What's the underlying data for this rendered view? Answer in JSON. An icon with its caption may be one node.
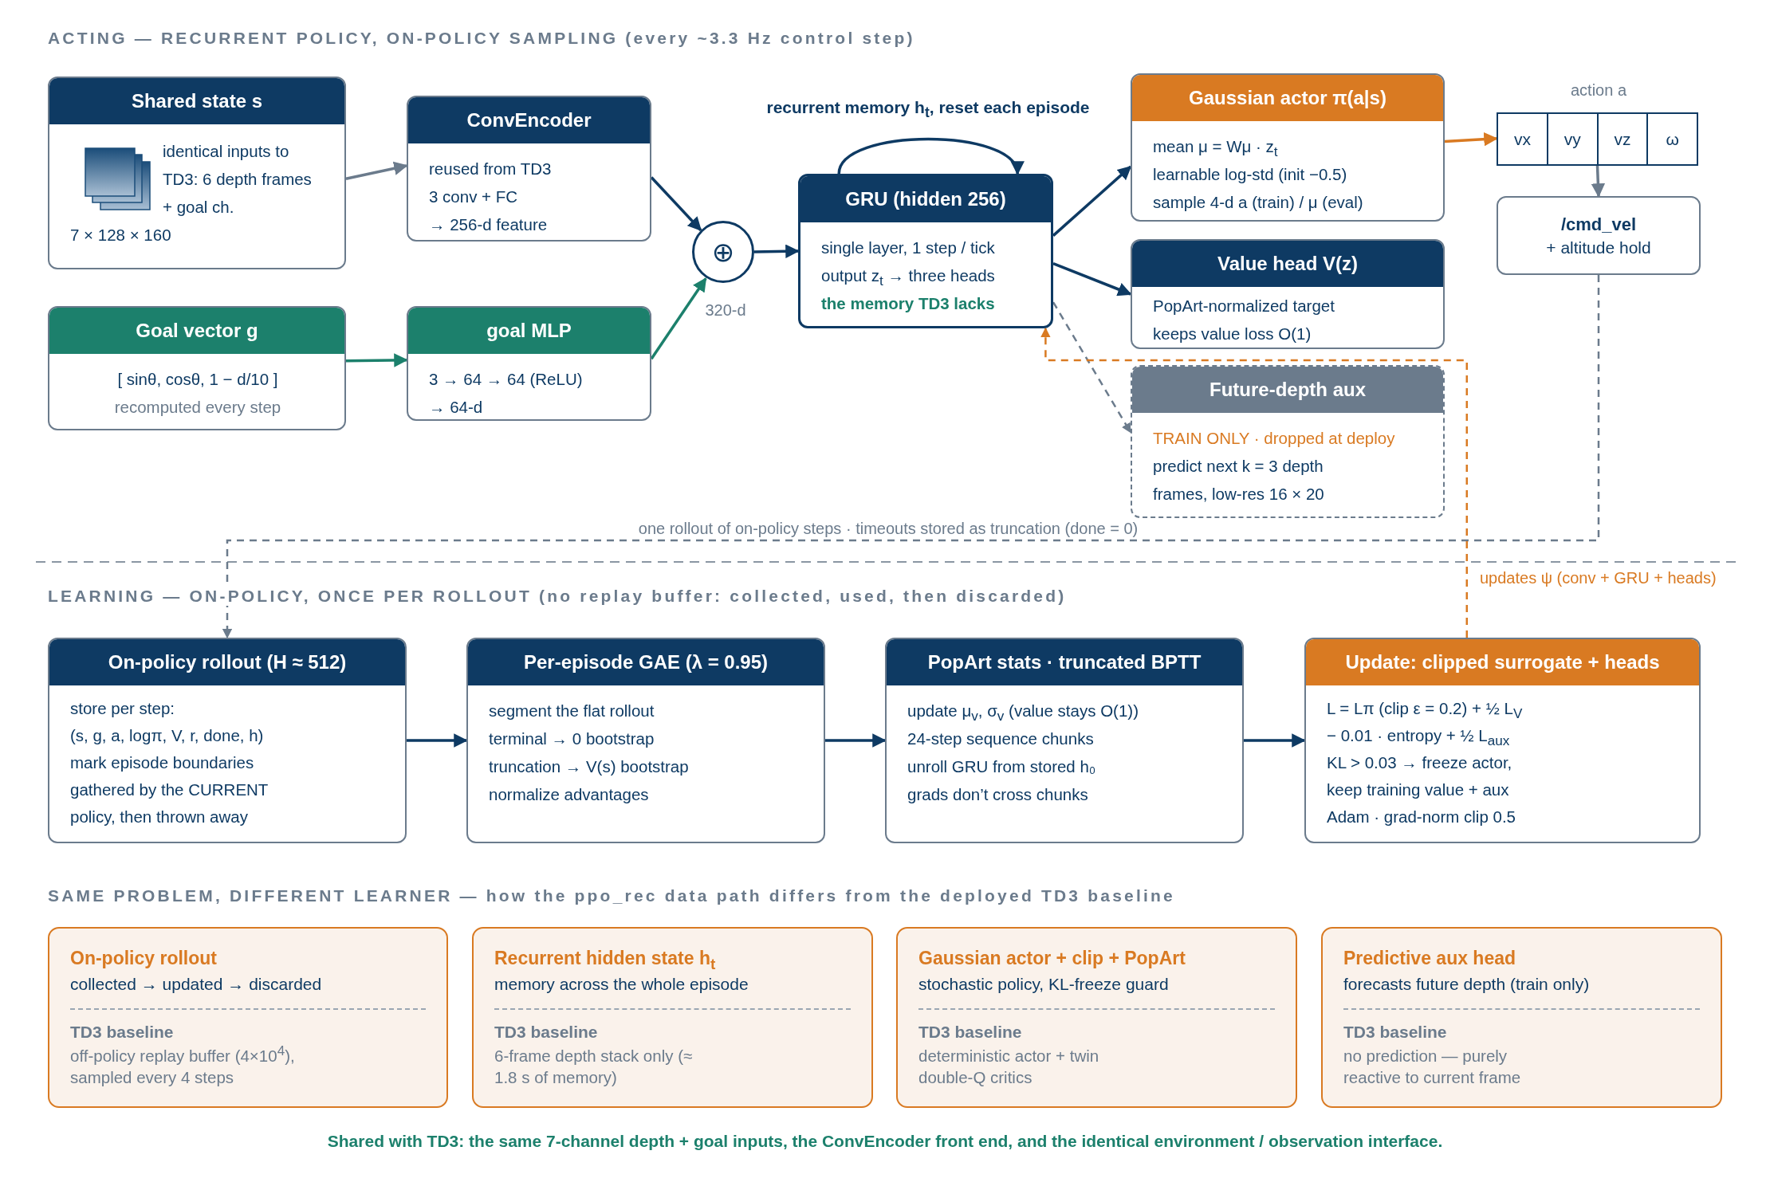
{
  "diagram": {
    "caption": "Shared with TD3: the same 7-channel depth + goal inputs, the ConvEncoder front end, and the identical environment / observation interface.",
    "nodes": [
      {
        "text": [
          "Shared state s",
          "identical inputs to TD3: 6 depth frames + goal ch.",
          "7 × 128 × 160"
        ]
      },
      {
        "text": [
          "ConvEncoder",
          "reused from TD3",
          "3 conv + FC",
          "→ 256-d feature"
        ]
      },
      {
        "text": [
          "Goal vector g",
          "[ sinθ, cosθ, 1 − d/10 ]",
          "recomputed every step"
        ]
      },
      {
        "text": [
          "goal MLP",
          "3 → 64 → 64 (ReLU)",
          "→ 64-d"
        ]
      },
      {
        "text": [
          "⊕"
        ],
        "beside": [
          "320-d"
        ]
      },
      {
        "text": [
          "GRU (hidden 256)",
          "single layer, 1 step / tick",
          "output z$_{t}$ → three heads",
          "the memory TD3 lacks"
        ]
      },
      {
        "text": [
          "Gaussian actor π(a|s)",
          "mean μ = Wμ · z$_{t}$",
          "learnable log-std (init −0.5)",
          "sample 4-d a (train) / μ (eval)"
        ]
      },
      {
        "text": [
          "Value head V(z)",
          "PopArt-normalized target",
          "keeps value loss O(1)"
        ]
      },
      {
        "text": [
          "Future-depth aux",
          "TRAIN ONLY · dropped at deploy",
          "predict next k = 3 depth",
          "frames, low-res 16 × 20"
        ]
      },
      {
        "text": [
          "vx",
          "vy",
          "vz",
          "ω"
        ],
        "beside": [
          "action a"
        ]
      },
      {
        "text": [
          "/cmd_vel",
          "+ altitude hold"
        ]
      },
      {
        "text": [
          "On-policy rollout (H ≈ 512)",
          "store per step:",
          "(s, g, a, logπ, V, r, done, h)",
          "mark episode boundaries",
          "gathered by the CURRENT",
          "policy, then thrown away"
        ]
      },
      {
        "text": [
          "Per-episode GAE (λ = 0.95)",
          "segment the flat rollout",
          "terminal → 0 bootstrap",
          "truncation → V(s) bootstrap",
          "normalize advantages"
        ]
      },
      {
        "text": [
          "PopArt stats · truncated BPTT",
          "update μ$_{v}$, σ$_{v}$ (value stays O(1))",
          "24-step sequence chunks",
          "unroll GRU from stored h₀",
          "grads don’t cross chunks"
        ]
      },
      {
        "text": [
          "Update: clipped surrogate + heads",
          "L = Lπ (clip ε = 0.2) + ½ L$_{V}$",
          "− 0.01 · entropy + ½ L$_{aux}$",
          "KL > 0.03 → freeze actor,",
          "keep training value + aux",
          "Adam · grad-norm clip 0.5"
        ]
      },
      {
        "text": [
          "On-policy rollout",
          "collected → updated → discarded",
          "TD3 baseline",
          "off-policy replay buffer (4×10$^{4}$), sampled every 4 steps"
        ]
      },
      {
        "text": [
          "Recurrent hidden state h$_{t}$",
          "memory across the whole episode",
          "TD3 baseline",
          "6-frame depth stack only (≈ 1.8 s of memory)"
        ]
      },
      {
        "text": [
          "Gaussian actor + clip + PopArt",
          "stochastic policy, KL-freeze guard",
          "TD3 baseline",
          "deterministic actor + twin double-Q critics"
        ]
      },
      {
        "text": [
          "Predictive aux head",
          "forecasts future depth (train only)",
          "TD3 baseline",
          "no prediction — purely reactive to current frame"
        ]
      }
    ],
    "edges": [
      {
        "from": 0,
        "to": 1,
        "arrow": "to",
        "color": "#6b7b8c"
      },
      {
        "from": 1,
        "to": 4,
        "arrow": "to"
      },
      {
        "from": 2,
        "to": 3,
        "arrow": "to",
        "color": "#1c806c"
      },
      {
        "from": 3,
        "to": 4,
        "arrow": "to",
        "color": "#1c806c"
      },
      {
        "from": 4,
        "to": 5,
        "arrow": "to"
      },
      {
        "from": 5,
        "to": 5,
        "arrow": "to",
        "label": "recurrent memory h$_{t}$, reset each episode"
      },
      {
        "from": 5,
        "to": 6,
        "arrow": "to"
      },
      {
        "from": 5,
        "to": 7,
        "arrow": "to"
      },
      {
        "from": 5,
        "to": 8,
        "arrow": "to",
        "style": "dashed",
        "color": "#6b7b8c"
      },
      {
        "from": 6,
        "to": 9,
        "arrow": "to",
        "color": "#d97a22"
      },
      {
        "from": 9,
        "to": 10,
        "arrow": "to",
        "color": "#6b7b8c"
      },
      {
        "from": 10,
        "to": 11,
        "arrow": "to",
        "style": "dashed",
        "color": "#6b7b8c",
        "label": "one rollout of on-policy steps · timeouts stored as truncation (done = 0)"
      },
      {
        "from": 11,
        "to": 12,
        "arrow": "to"
      },
      {
        "from": 12,
        "to": 13,
        "arrow": "to"
      },
      {
        "from": 13,
        "to": 14,
        "arrow": "to"
      },
      {
        "from": 14,
        "to": 5,
        "arrow": "to",
        "style": "dashed",
        "color": "#d97a22",
        "label": "updates ψ (conv + GRU + heads)"
      }
    ],
    "labels": [
      "ACTING — RECURRENT POLICY, ON-POLICY SAMPLING (every ~3.3 Hz control step)",
      "LEARNING — ON-POLICY, ONCE PER ROLLOUT (no replay buffer: collected, used, then discarded)",
      "SAME PROBLEM, DIFFERENT LEARNER — how the ppo_rec data path differs from the deployed TD3 baseline"
    ]
  }
}
